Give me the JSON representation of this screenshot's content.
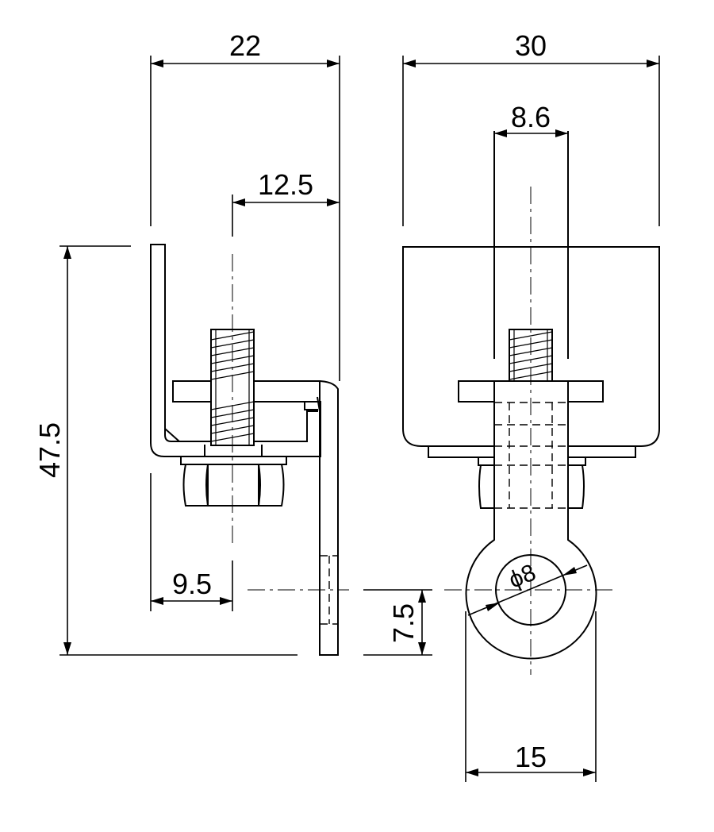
{
  "dimensions": {
    "side_width": "22",
    "side_bolt_offset": "12.5",
    "side_height": "47.5",
    "side_bolt_from_left": "9.5",
    "side_hole_height": "7.5",
    "front_width": "30",
    "front_slot_width": "8.6",
    "front_hole_diameter": "ϕ8",
    "front_eye_width": "15"
  }
}
